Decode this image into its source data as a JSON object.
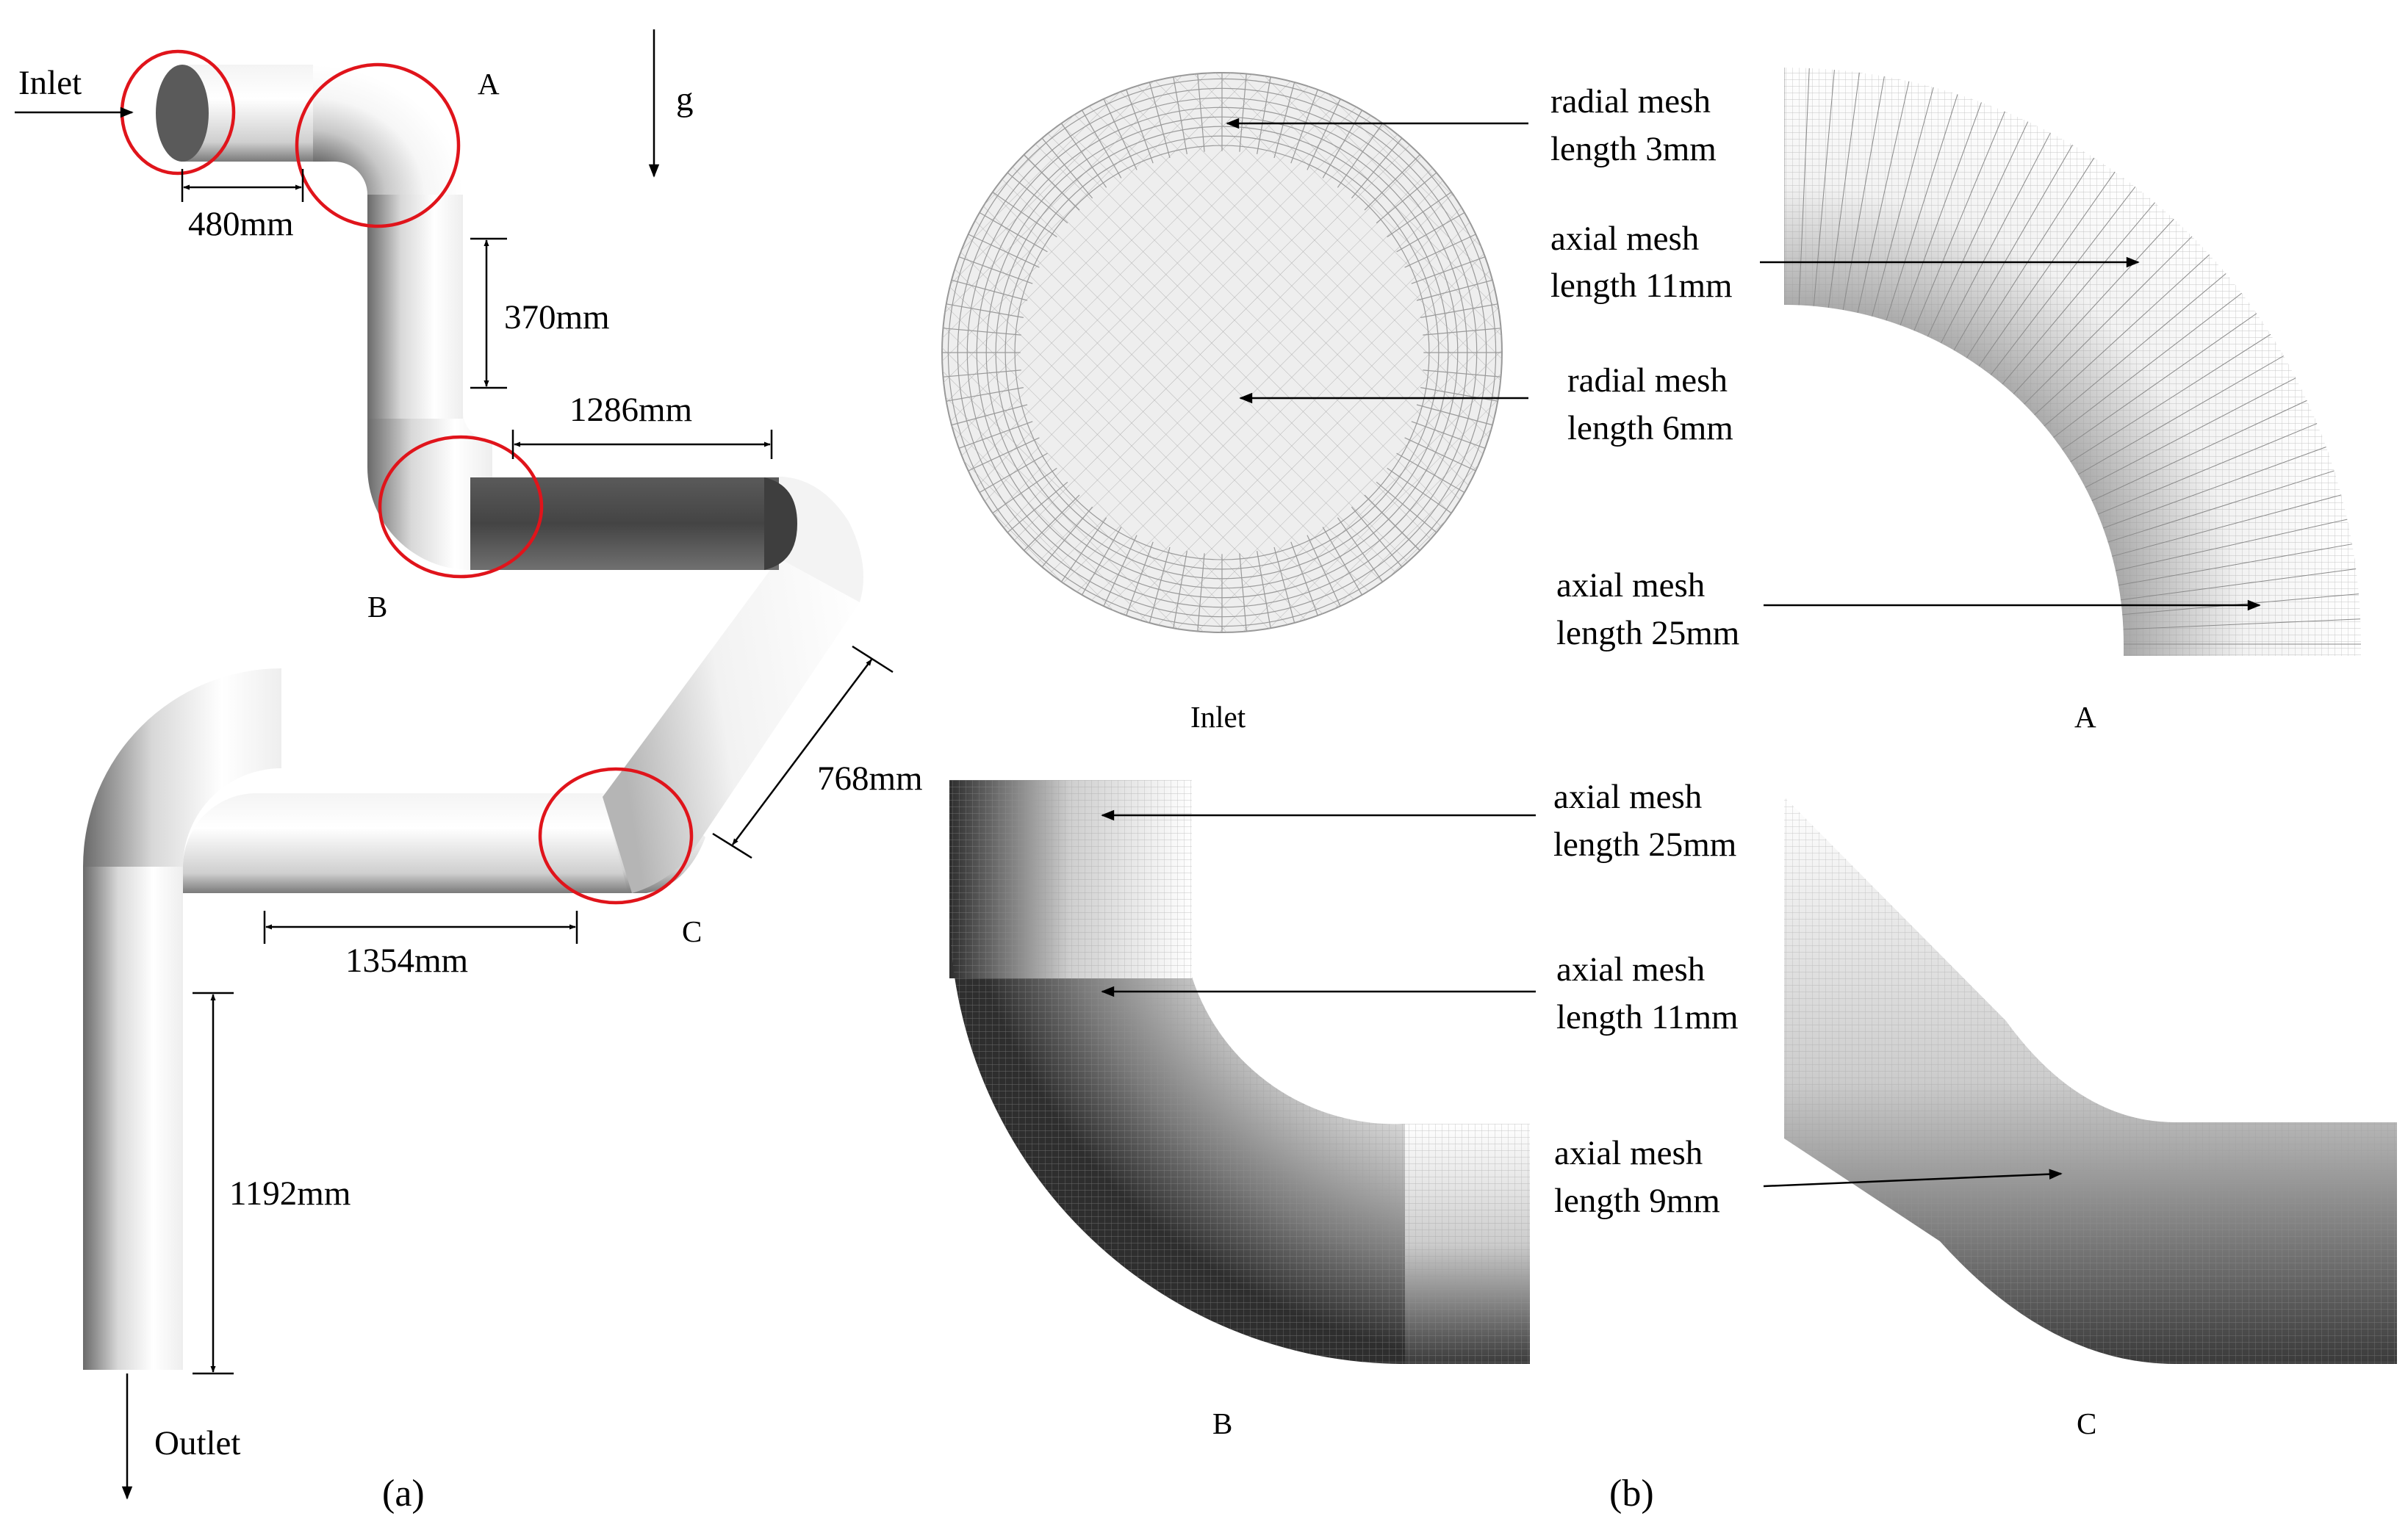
{
  "panel_a": {
    "caption": "(a)",
    "inlet_label": "Inlet",
    "outlet_label": "Outlet",
    "gravity_label": "g",
    "bends": {
      "a": "A",
      "b": "B",
      "c": "C"
    },
    "dimensions": {
      "d480": "480mm",
      "d370": "370mm",
      "d1286": "1286mm",
      "d768": "768mm",
      "d1354": "1354mm",
      "d1192": "1192mm"
    }
  },
  "panel_b": {
    "caption": "(b)",
    "inlet": {
      "title": "Inlet",
      "note1": {
        "line1": "radial mesh",
        "line2": "length 3mm"
      },
      "note2": {
        "line1": "radial mesh",
        "line2": "length 6mm"
      }
    },
    "bend_a": {
      "title": "A",
      "note1": {
        "line1": "axial mesh",
        "line2": "length 11mm"
      },
      "note2": {
        "line1": "axial mesh",
        "line2": "length 25mm"
      }
    },
    "bend_b": {
      "title": "B",
      "note1": {
        "line1": "axial mesh",
        "line2": "length 25mm"
      },
      "note2": {
        "line1": "axial mesh",
        "line2": "length 11mm"
      }
    },
    "bend_c": {
      "title": "C",
      "note1": {
        "line1": "axial mesh",
        "line2": "length 9mm"
      }
    }
  },
  "colors": {
    "highlight_circle": "#e0141b",
    "pipe_dark": "#4a4a4a",
    "pipe_light": "#ffffff"
  }
}
